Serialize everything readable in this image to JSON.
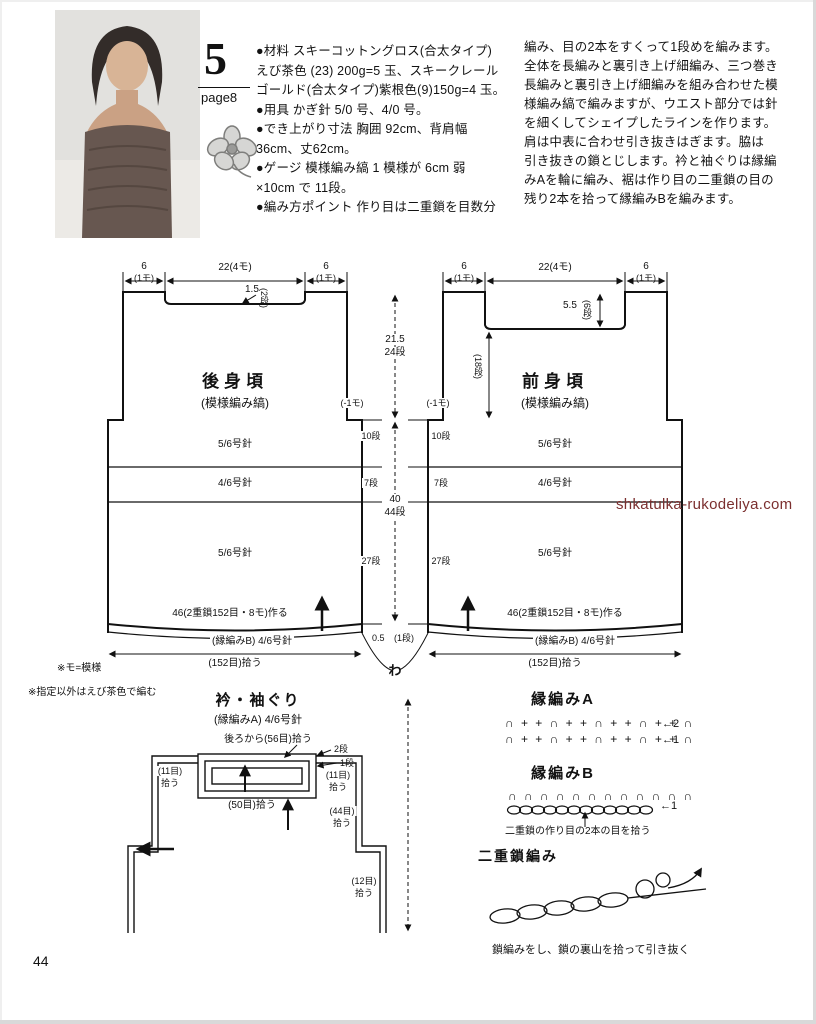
{
  "page": {
    "number": "44",
    "watermark": "shkatulka-rukodeliya.com"
  },
  "header": {
    "issue": "5",
    "page_ref": "page8",
    "materials_lines": [
      "●材料 スキーコットングロス(合太タイプ)",
      "えび茶色 (23) 200g=5 玉、スキークレール",
      "ゴールド(合太タイプ)紫根色(9)150g=4 玉。",
      "●用具 かぎ針 5/0 号、4/0 号。",
      "●でき上がり寸法 胸囲 92cm、背肩幅",
      "36cm、丈62cm。",
      "●ゲージ 模様編み縞 1 模様が 6cm 弱",
      "×10cm で 11段。",
      "●編み方ポイント 作り目は二重鎖を目数分"
    ],
    "instructions_lines": [
      "編み、目の2本をすくって1段めを編みます。",
      "全体を長編みと裏引き上げ細編み、三つ巻き",
      "長編みと裏引き上げ細編みを組み合わせた模",
      "様編み縞で編みますが、ウエスト部分では針",
      "を細くしてシェイプしたラインを作ります。",
      "肩は中表に合わせ引き抜きはぎます。脇は",
      "引き抜きの鎖とじします。衿と袖ぐりは縁編",
      "みAを輪に編み、裾は作り目の二重鎖の目の",
      "残り2本を拾って縁編みBを編みます。"
    ]
  },
  "notes": {
    "n1": "※モ=模様",
    "n2": "※指定以外はえび茶色で編む"
  },
  "back": {
    "title": "後身頃",
    "subtitle": "(模様編み縞)",
    "m6a": "6",
    "m1moa": "(1モ)",
    "m22": "22(4モ)",
    "m6b": "6",
    "m1mob": "(1モ)",
    "neck": "1.5",
    "neck_rows": "(2段)",
    "needle_a": "5/6号針",
    "needle_b": "4/6号針",
    "needle_c": "5/6号針",
    "minus_mo": "(-1モ)",
    "seg10": "10段",
    "seg7": "7段",
    "seg27": "27段",
    "cast_on": "46(2重鎖152目・8モ)作る",
    "edging": "(縁編みB) 4/6号針",
    "pickup": "(152目)拾う"
  },
  "front": {
    "title": "前身頃",
    "subtitle": "(模様編み縞)",
    "m6a": "6",
    "m1moa": "(1モ)",
    "m22": "22(4モ)",
    "m6b": "6",
    "m1mob": "(1モ)",
    "neck": "5.5",
    "neck_rows": "(6段)",
    "neck18": "(18段)",
    "needle_a": "5/6号針",
    "needle_b": "4/6号針",
    "needle_c": "5/6号針",
    "minus_mo": "(-1モ)",
    "seg10": "10段",
    "seg7": "7段",
    "seg27": "27段",
    "cast_on": "46(2重鎖152目・8モ)作る",
    "edging": "(縁編みB) 4/6号針",
    "pickup": "(152目)拾う"
  },
  "center": {
    "armhole_num": "21.5",
    "armhole_rows": "24段",
    "body_num": "40",
    "body_rows": "44段",
    "hem_num": "0.5",
    "hem_rows": "(1段)",
    "fold": "わ"
  },
  "collar": {
    "title": "衿・袖ぐり",
    "subtitle": "(縁編みA) 4/6号針",
    "pickup56": "後ろから(56目)拾う",
    "rows2": "2段",
    "rows1": "1段",
    "pickup50": "(50目)拾う",
    "pickup11a": "(11目)",
    "pickup11b": "拾う",
    "pickup44a": "(44目)",
    "pickup44b": "拾う",
    "pickup12a": "(12目)",
    "pickup12b": "拾う"
  },
  "edgings": {
    "a_title": "縁編みA",
    "a_row2": "∩ + + ∩ + + ∩ + + ∩ + + ∩",
    "a_mark2": "←2",
    "a_row1": "∩ + + ∩ + + ∩ + + ∩ + + ∩",
    "a_mark1": "←1",
    "b_title": "縁編みB",
    "b_row": "∩ ∩ ∩ ∩ ∩ ∩ ∩ ∩ ∩ ∩ ∩ ∩",
    "b_mark": "←1",
    "b_caption": "二重鎖の作り目の2本の目を拾う",
    "chain_title": "二重鎖編み",
    "chain_caption": "鎖編みをし、鎖の裏山を拾って引き抜く"
  }
}
